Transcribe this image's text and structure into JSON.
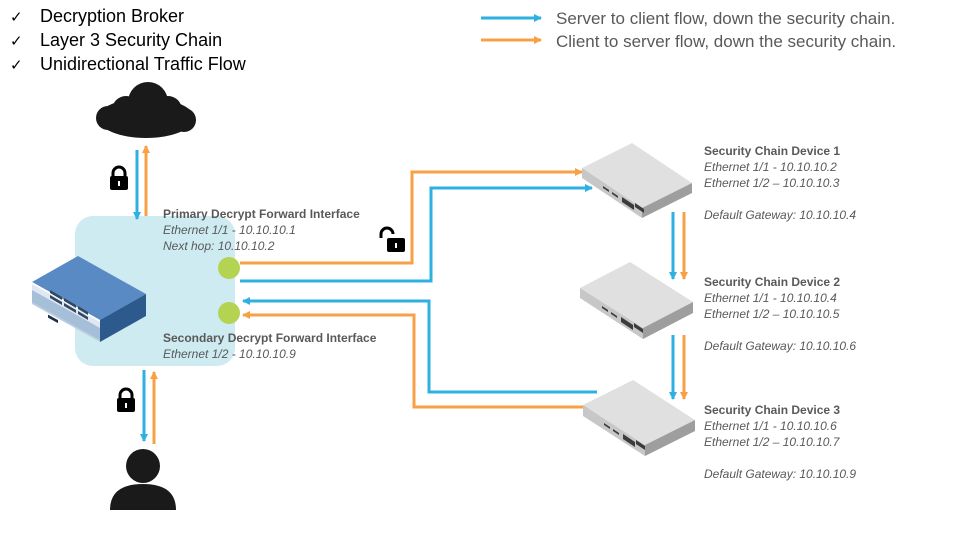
{
  "features": [
    {
      "icon": "check-icon",
      "mark": "✓",
      "label": "Decryption Broker"
    },
    {
      "icon": "check-icon",
      "mark": "✓",
      "label": "Layer 3 Security Chain"
    },
    {
      "icon": "check-icon",
      "mark": "✓",
      "label": "Unidirectional Traffic Flow"
    }
  ],
  "legend": [
    {
      "label": "Server to client flow, down the security chain.",
      "color": "#2eb0e0"
    },
    {
      "label": "Client to server flow, down the security chain.",
      "color": "#f7a046"
    }
  ],
  "colors": {
    "server_to_client": "#2eb0e0",
    "client_to_server": "#f7a046",
    "firewall_zone": "#cdebf1",
    "interface_dot": "#b5d352",
    "firewall_body": "#3d72aa",
    "switch_body": "#d9d9d9"
  },
  "firewall": {
    "primary_interface": {
      "title": "Primary Decrypt Forward Interface",
      "lines": [
        "Ethernet 1/1 - 10.10.10.1",
        "Next hop: 10.10.10.2"
      ]
    },
    "secondary_interface": {
      "title": "Secondary Decrypt  Forward Interface",
      "lines": [
        "Ethernet 1/2 - 10.10.10.9"
      ]
    }
  },
  "devices": [
    {
      "title": "Security Chain Device 1",
      "eth1": "Ethernet 1/1 - 10.10.10.2",
      "eth2": "Ethernet 1/2 – 10.10.10.3",
      "gateway": "Default Gateway:  10.10.10.4"
    },
    {
      "title": "Security Chain Device 2",
      "eth1": "Ethernet 1/1 - 10.10.10.4",
      "eth2": "Ethernet 1/2 – 10.10.10.5",
      "gateway": "Default Gateway:  10.10.10.6"
    },
    {
      "title": "Security Chain Device 3",
      "eth1": "Ethernet 1/1 - 10.10.10.6",
      "eth2": "Ethernet 1/2 – 10.10.10.7",
      "gateway": "Default Gateway:  10.10.10.9"
    }
  ],
  "icons": {
    "cloud": "cloud-icon",
    "user": "user-icon",
    "lock_closed": "lock-closed-icon",
    "lock_open": "lock-open-icon"
  }
}
